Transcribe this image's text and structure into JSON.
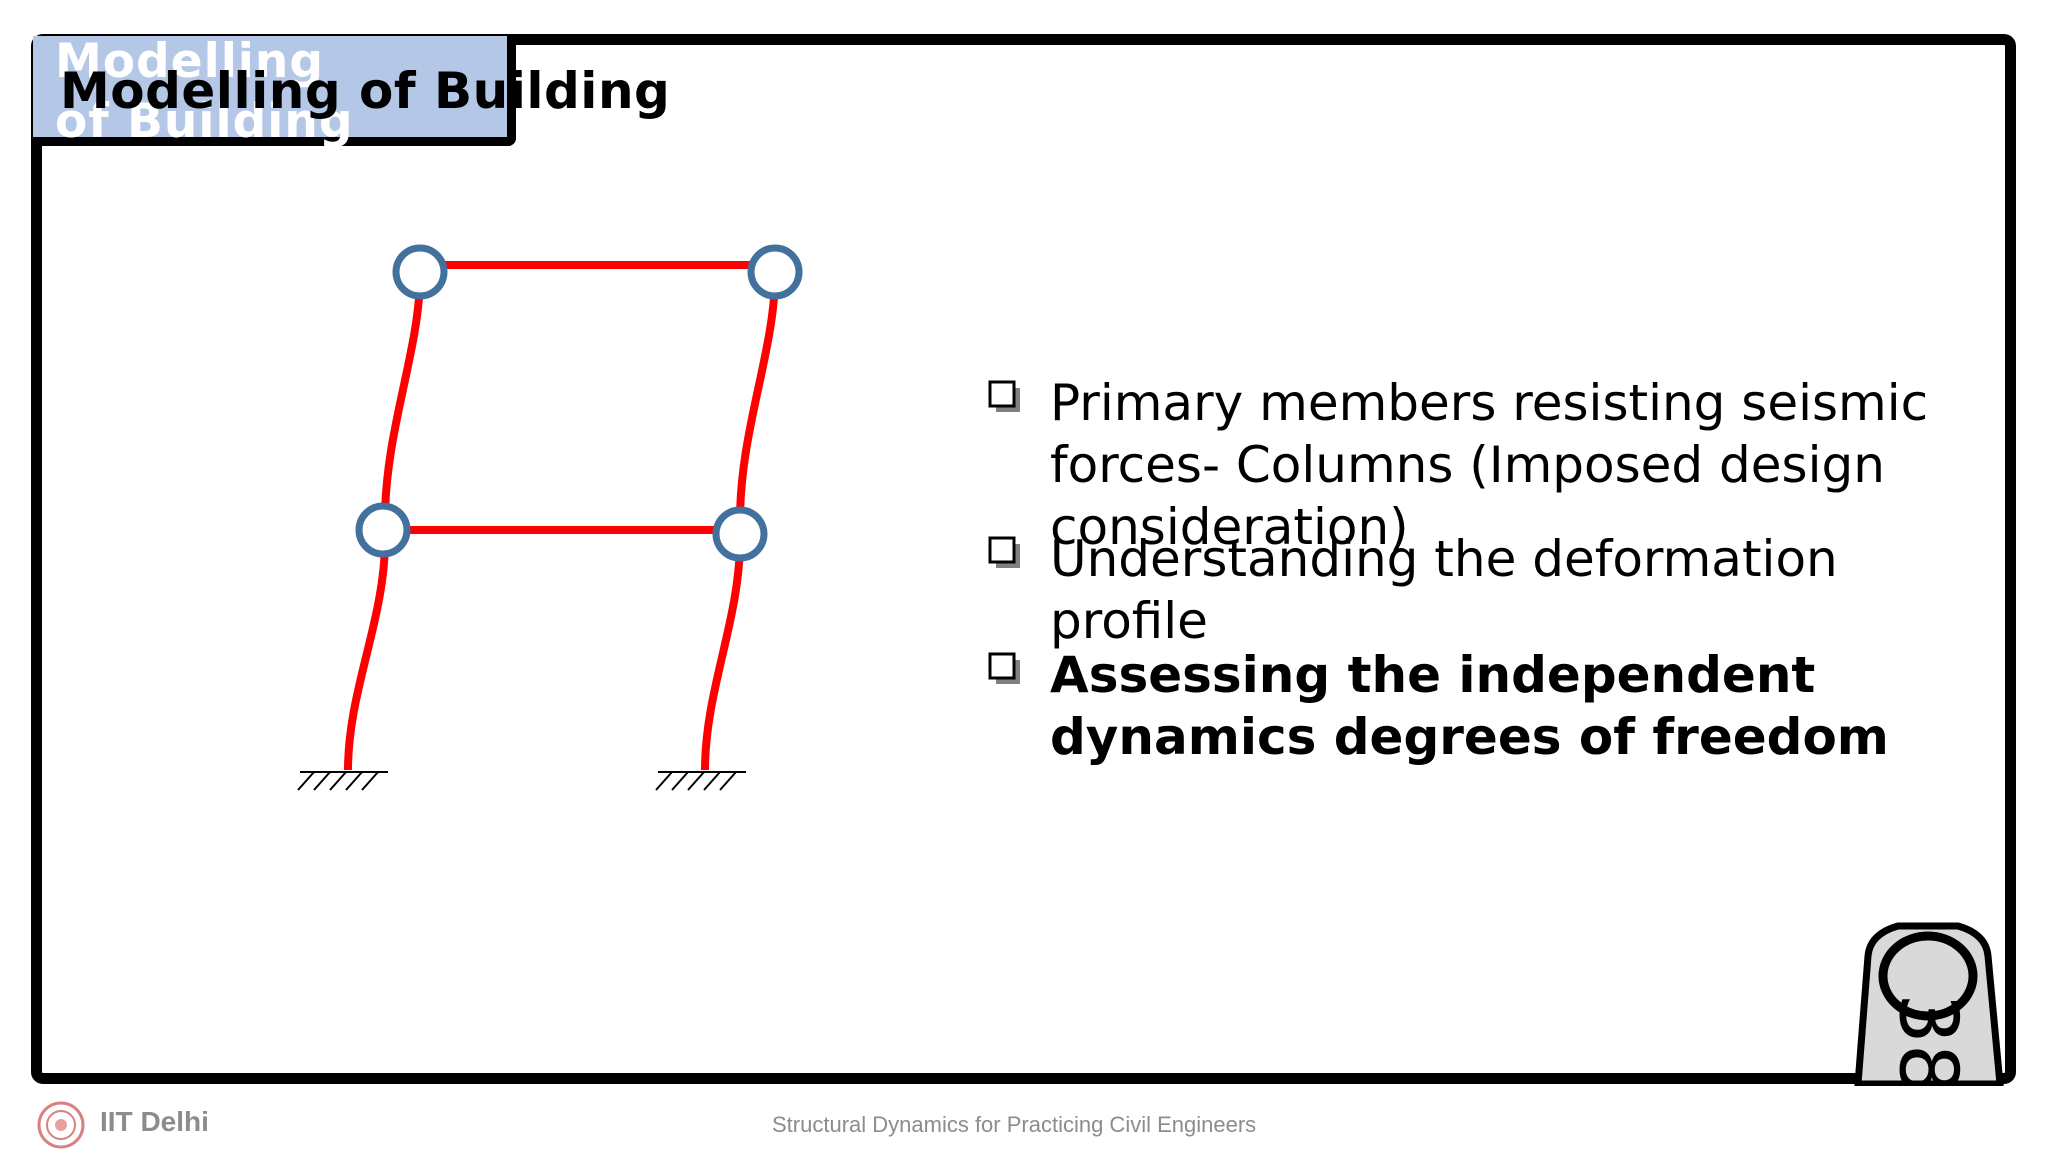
{
  "slide": {
    "title": "Modelling of Building",
    "bullets": [
      "Primary members resisting  seismic forces- Columns (Imposed design consideration)",
      "Understanding the deformation profile",
      "Assessing the independent dynamics degrees of freedom"
    ],
    "page_number": "38"
  },
  "footer": {
    "organization": "IIT Delhi",
    "course": "Structural Dynamics for Practicing Civil Engineers"
  },
  "colors": {
    "frame_members": "#ff0000",
    "joints": "#41719c",
    "title_background": "#b4c7e7",
    "footer_text": "#8c8c8c"
  },
  "icons": {
    "bullet": "hollow-square-bullet-icon",
    "weight": "weight-icon",
    "logo": "iit-delhi-logo-icon",
    "support": "fixed-support-icon"
  }
}
